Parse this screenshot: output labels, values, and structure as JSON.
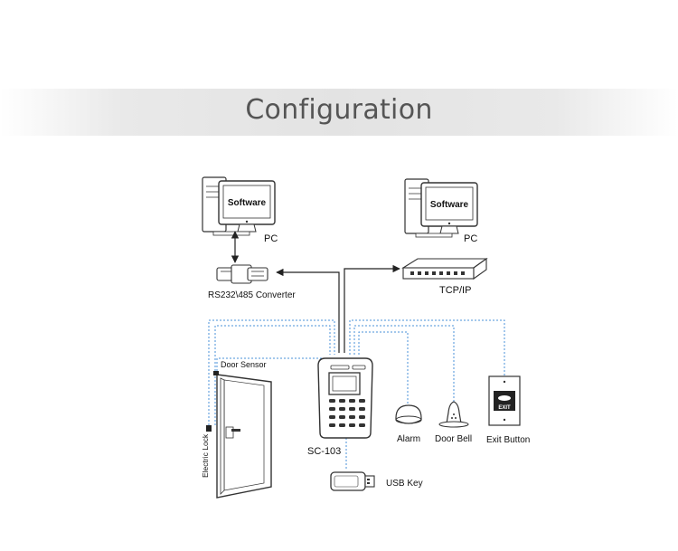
{
  "title": "Configuration",
  "labels": {
    "software_left": "Software",
    "software_right": "Software",
    "pc_left": "PC",
    "pc_right": "PC",
    "converter": "RS232\\485 Converter",
    "tcpip": "TCP/IP",
    "door_sensor": "Door Sensor",
    "electric_lock": "Electric Lock",
    "device": "SC-103",
    "alarm": "Alarm",
    "door_bell": "Door Bell",
    "exit_button": "Exit Button",
    "exit_text": "EXIT",
    "usb_key": "USB Key"
  },
  "colors": {
    "dotted_line": "#4a90d9",
    "solid_line": "#222222",
    "banner": "#e3e3e3",
    "title": "#555555"
  }
}
